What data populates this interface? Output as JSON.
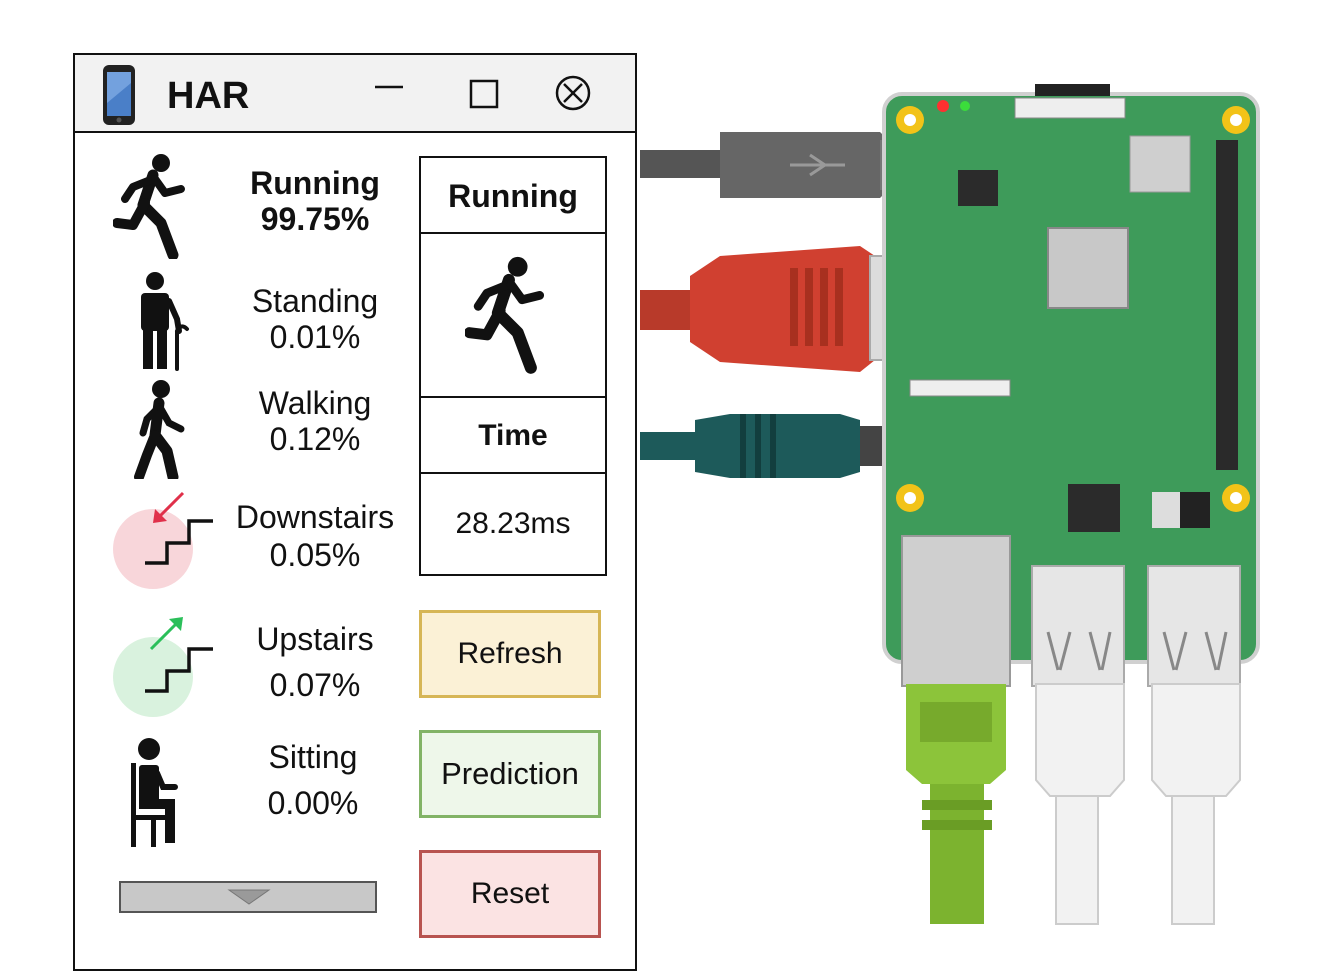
{
  "window": {
    "title": "HAR",
    "controls": [
      "minimize",
      "maximize",
      "close"
    ]
  },
  "activities": [
    {
      "label": "Running",
      "value": "99.75%",
      "icon": "running-icon",
      "highlighted": true
    },
    {
      "label": "Standing",
      "value": "0.01%",
      "icon": "standing-icon",
      "highlighted": false
    },
    {
      "label": "Walking",
      "value": "0.12%",
      "icon": "walking-icon",
      "highlighted": false
    },
    {
      "label": "Downstairs",
      "value": "0.05%",
      "icon": "downstairs-icon",
      "highlighted": false
    },
    {
      "label": "Upstairs",
      "value": "0.07%",
      "icon": "upstairs-icon",
      "highlighted": false
    },
    {
      "label": "Sitting",
      "value": "0.00%",
      "icon": "sitting-icon",
      "highlighted": false
    }
  ],
  "result": {
    "activity": "Running",
    "time_label": "Time",
    "time_value": "28.23ms"
  },
  "buttons": {
    "refresh": "Refresh",
    "prediction": "Prediction",
    "reset": "Reset"
  },
  "colors": {
    "refresh_fill": "#fbf1d6",
    "refresh_border": "#d6b656",
    "prediction_fill": "#eef7ea",
    "prediction_border": "#82b366",
    "reset_fill": "#fbe3e3",
    "reset_border": "#b85450",
    "board_green": "#3e9b5a",
    "cable_red": "#d04030",
    "cable_teal": "#1d5a5a",
    "cable_green": "#8cc43a"
  }
}
